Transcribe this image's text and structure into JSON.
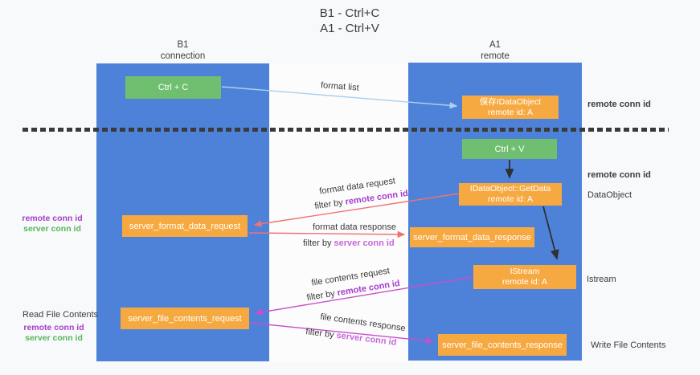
{
  "title": {
    "line1": "B1 - Ctrl+C",
    "line2": "A1 - Ctrl+V"
  },
  "columns": {
    "left": {
      "name": "B1",
      "role": "connection"
    },
    "right": {
      "name": "A1",
      "role": "remote"
    }
  },
  "nodes": {
    "ctrl_c": {
      "label": "Ctrl + C"
    },
    "save_dataobject": {
      "line1": "保存IDataObject",
      "line2": "remote id: A"
    },
    "ctrl_v": {
      "label": "Ctrl + V"
    },
    "getdata": {
      "line1": "IDataObject::GetData",
      "line2": "remote id: A"
    },
    "server_format_data_request": {
      "label": "server_format_data_request"
    },
    "server_format_data_response": {
      "label": "server_format_data_response"
    },
    "istream": {
      "line1": "IStream",
      "line2": "remote id: A"
    },
    "server_file_contents_request": {
      "label": "server_file_contents_request"
    },
    "server_file_contents_response": {
      "label": "server_file_contents_response"
    }
  },
  "edge_labels": {
    "format_list": "format list",
    "format_data_request": "format data request",
    "format_data_response": "format data response",
    "file_contents_request": "file contents request",
    "file_contents_response": "file contents response",
    "filter_by": "filter by",
    "remote_conn_id": "remote conn id",
    "server_conn_id": "server conn id"
  },
  "annotations": {
    "right_remote_conn_id_1": "remote conn id",
    "right_remote_conn_id_2": "remote conn id",
    "dataobject": "DataObject",
    "istream": "Istream",
    "write_file_contents": "Write File Contents",
    "read_file_contents": "Read File Contents",
    "left_remote_conn_id_1": "remote conn id",
    "left_server_conn_id_1": "server conn id",
    "left_remote_conn_id_2": "remote conn id",
    "left_server_conn_id_2": "server conn id"
  },
  "colors": {
    "column_blue": "#4e82d9",
    "node_orange": "#f7a941",
    "node_green": "#70bf71",
    "arrow_red": "#ee7470",
    "arrow_magenta": "#c94ecb",
    "arrow_light_blue": "#a9d1ef",
    "arrow_black": "#303030",
    "text_purple": "#a53ccd",
    "text_light_purple": "#c369d9",
    "text_green": "#57b55c"
  }
}
